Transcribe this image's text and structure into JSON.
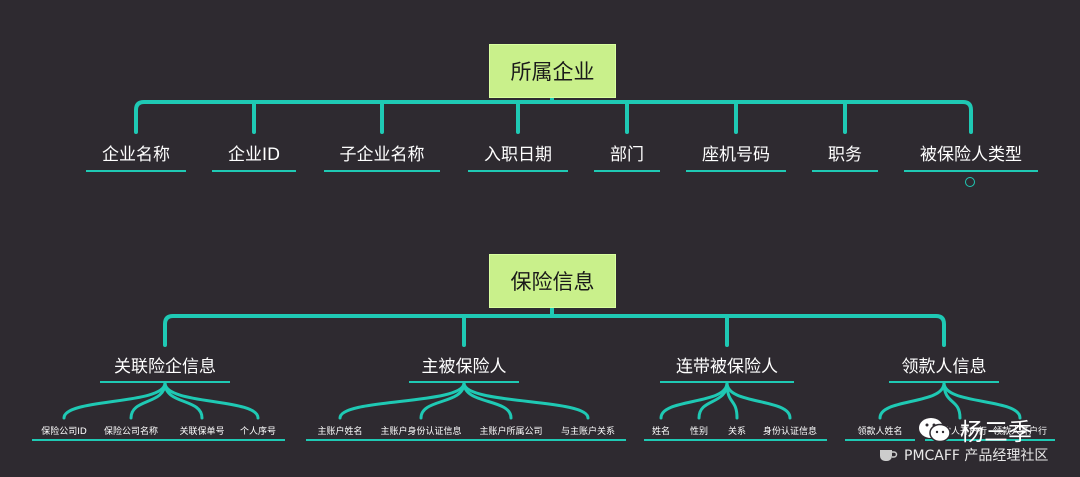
{
  "colors": {
    "background": "#2e2a30",
    "line": "#1fc9b4",
    "root_fill": "#c9f08b"
  },
  "tree1": {
    "root": "所属企业",
    "children": [
      "企业名称",
      "企业ID",
      "子企业名称",
      "入职日期",
      "部门",
      "座机号码",
      "职务",
      "被保险人类型"
    ]
  },
  "tree2": {
    "root": "保险信息",
    "groups": [
      {
        "label": "关联险企信息",
        "items": [
          "保险公司ID",
          "保险公司名称",
          "关联保单号",
          "个人序号"
        ]
      },
      {
        "label": "主被保险人",
        "items": [
          "主账户姓名",
          "主账户身份认证信息",
          "主账户所属公司",
          "与主账户关系"
        ]
      },
      {
        "label": "连带被保险人",
        "items": [
          "姓名",
          "性别",
          "关系",
          "身份认证信息"
        ]
      },
      {
        "label": "领款人信息",
        "items": [
          "领款人姓名",
          "领款人开户行",
          "领款人开户行"
        ]
      }
    ]
  },
  "watermark": {
    "name": "杨三季",
    "brand": "PMCAFF 产品经理社区"
  },
  "icons": [
    "wechat-icon",
    "coffee-icon"
  ]
}
